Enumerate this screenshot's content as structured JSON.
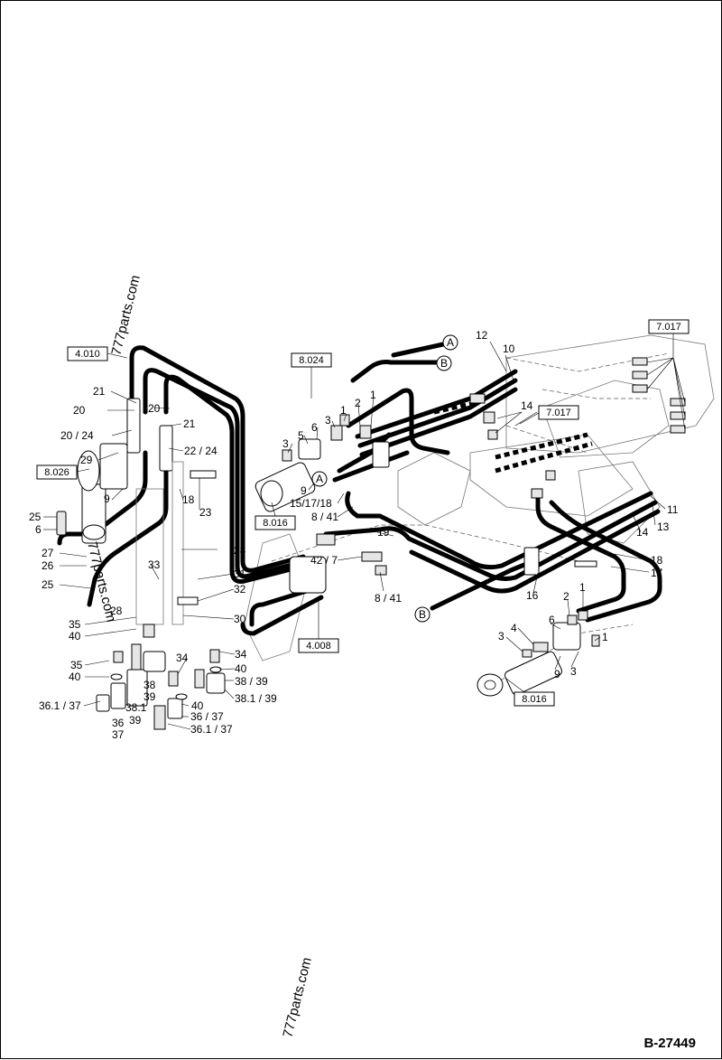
{
  "drawing_number": "B-27449",
  "watermarks": [
    "777parts.com",
    "777parts.com",
    "777parts.com"
  ],
  "ref_boxes": [
    "4.010",
    "8.024",
    "8.026",
    "8.016",
    "7.017",
    "7.017",
    "4.008",
    "8.016"
  ],
  "circle_markers": [
    "A",
    "B",
    "A",
    "B"
  ],
  "callouts": {
    "left": [
      "21",
      "20",
      "20 / 24",
      "29",
      "9",
      "25",
      "6",
      "27",
      "26",
      "25",
      "35",
      "40",
      "35",
      "40",
      "36.1 / 37",
      "36",
      "37",
      "38.1",
      "39",
      "38",
      "39",
      "28",
      "33",
      "18",
      "23",
      "22 / 24",
      "20",
      "21",
      "28",
      "31",
      "32",
      "30",
      "34",
      "34",
      "40",
      "38 / 39",
      "40",
      "38.1 / 39",
      "36 / 37",
      "36.1 / 37"
    ],
    "center": [
      "3",
      "5",
      "6",
      "3",
      "1",
      "2",
      "1",
      "9",
      "15/17/18",
      "8 / 41",
      "19",
      "42 / 7",
      "8 / 41"
    ],
    "right": [
      "12",
      "10",
      "14",
      "11",
      "13",
      "14",
      "18",
      "17",
      "16",
      "2",
      "1",
      "6",
      "4",
      "3",
      "9",
      "3",
      "1"
    ]
  }
}
